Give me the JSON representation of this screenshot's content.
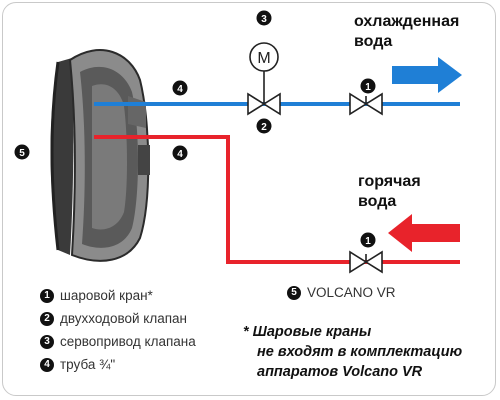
{
  "cold_water": {
    "line1": "охлажденная",
    "line2": "вода",
    "color": "#1f7fd6"
  },
  "hot_water": {
    "line1": "горячая",
    "line2": "вода",
    "color": "#e8232b"
  },
  "motor_label": "M",
  "markers": {
    "m1": "1",
    "m2": "2",
    "m3": "3",
    "m4": "4",
    "m5": "5"
  },
  "legend": [
    {
      "num": "1",
      "text": "шаровой кран*"
    },
    {
      "num": "2",
      "text": "двухходовой клапан"
    },
    {
      "num": "3",
      "text": "сервопривод клапана"
    },
    {
      "num": "4",
      "text": "труба ¾\""
    }
  ],
  "unit_label": {
    "num": "5",
    "text": "VOLCANO VR"
  },
  "footnote": {
    "line1": "* Шаровые краны",
    "line2": "не входят в комплектацию",
    "line3": "аппаратов Volcano VR"
  }
}
